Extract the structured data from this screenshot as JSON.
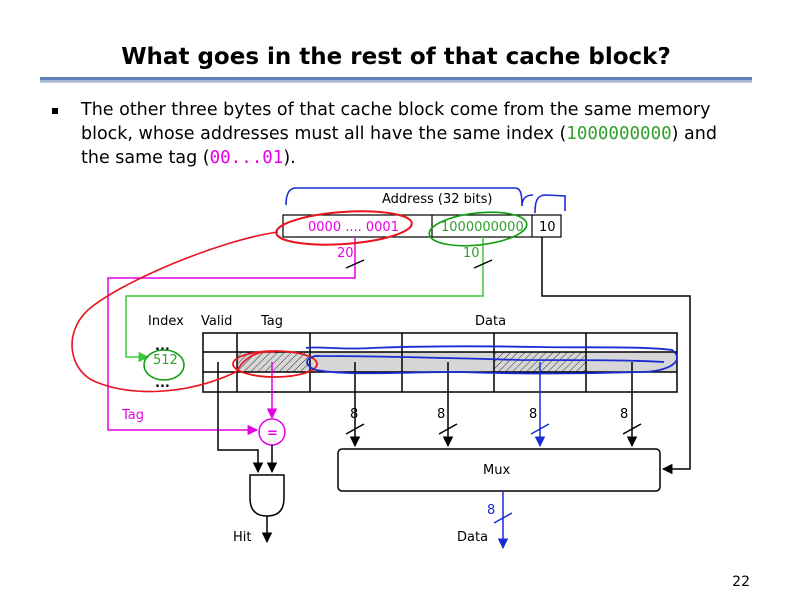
{
  "slide": {
    "title": "What goes in the rest of that cache block?",
    "page_number": "22"
  },
  "bullet": {
    "part1": "The other three bytes of that cache block come from the same memory block, whose addresses must all have the same index (",
    "index_value": "1000000000",
    "part2": ") and the same tag (",
    "tag_value": "00...01",
    "part3": ")."
  },
  "diagram": {
    "address_label": "Address (32 bits)",
    "address_fields": {
      "tag": "0000 .... 0001",
      "index": "1000000000",
      "offset": "10"
    },
    "width_tag": "20",
    "width_index": "10",
    "header_index": "Index",
    "header_valid": "Valid",
    "header_tag": "Tag",
    "header_data": "Data",
    "dots_top": "...",
    "index_row": "512",
    "dots_bottom": "...",
    "tag_input_label": "Tag",
    "comparator": "=",
    "byte_width_1": "8",
    "byte_width_2": "8",
    "byte_width_3": "8",
    "byte_width_4": "8",
    "mux_label": "Mux",
    "output_width": "8",
    "hit_label": "Hit",
    "data_output_label": "Data"
  },
  "colors": {
    "tag_field": "#e600e6",
    "index_field": "#33a02c",
    "annotation_red": "#e8141e",
    "annotation_blue": "#1a2bd6",
    "annotation_green": "#12a012",
    "wire_green": "#3cc83c",
    "highlight_row": "#d6d6d6"
  }
}
